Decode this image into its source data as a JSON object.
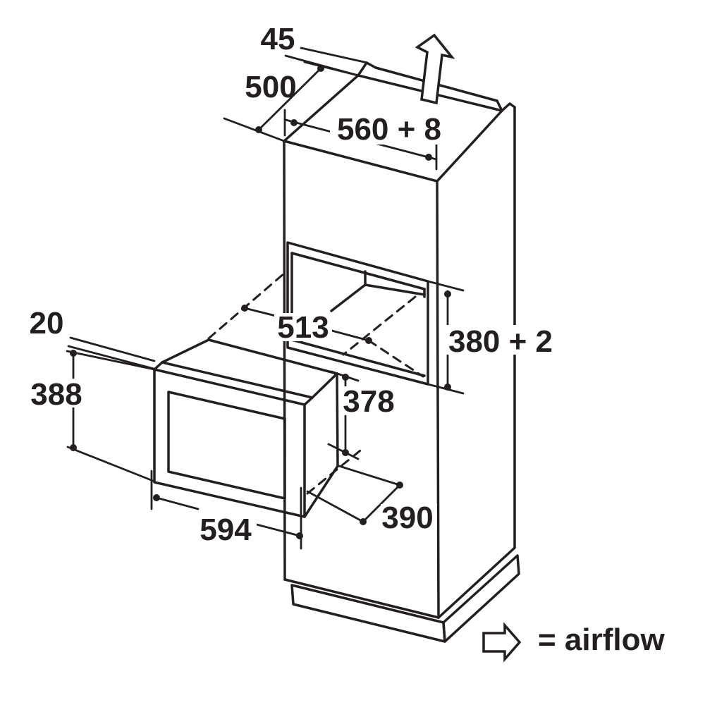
{
  "diagram": {
    "title": "built-in appliance niche installation diagram",
    "colors": {
      "line": "#231f20",
      "background": "#ffffff"
    },
    "dimensions": {
      "top_rear_gap": "45",
      "top_panel_depth": "500",
      "niche_width": "560 + 8",
      "appliance_body_width": "513",
      "niche_height": "380 + 2",
      "appliance_body_height": "378",
      "front_frame_protrusion": "20",
      "front_frame_height": "388",
      "front_frame_width": "594",
      "appliance_body_depth": "390"
    },
    "legend": {
      "airflow_label": "= airflow"
    }
  }
}
